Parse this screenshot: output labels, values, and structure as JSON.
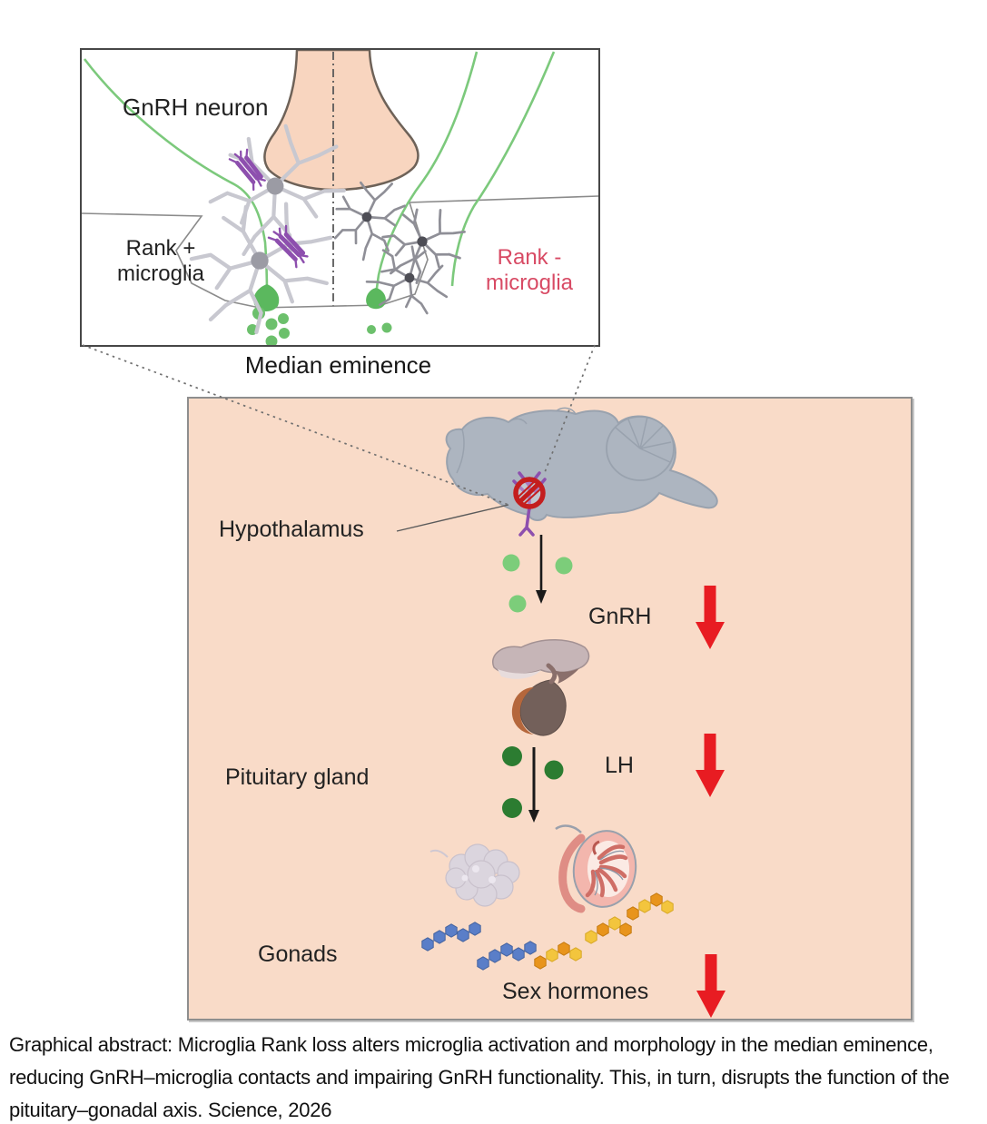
{
  "inset": {
    "gnrh_neuron_label": "GnRH neuron",
    "rank_positive_label": "Rank +\nmicroglia",
    "rank_negative_label": "Rank -\nmicroglia",
    "region_label": "Median eminence"
  },
  "axis_panel": {
    "hypothalamus_label": "Hypothalamus",
    "gnrh_label": "GnRH",
    "pituitary_label": "Pituitary gland",
    "lh_label": "LH",
    "gonads_label": "Gonads",
    "sex_hormones_label": "Sex hormones"
  },
  "caption": "Graphical abstract: Microglia Rank loss alters microglia activation and morphology in the median eminence, reducing GnRH–microglia contacts and impairing GnRH functionality. This, in turn, disrupts the function of the pituitary–gonadal axis. Science, 2026",
  "icons": {
    "blocked_signaling": "no-entry-icon",
    "hormone_decrease": "red-down-arrow-icon",
    "gnrh_secretion": "green-dots",
    "lh_secretion": "dark-green-dots"
  },
  "colors": {
    "panel_background": "#f9dbc8",
    "ventricle_fill": "#f8d5bf",
    "decrease_arrow_red": "#e81c22",
    "prohibition_red": "#c41e1e",
    "rank_negative_text": "#d84a64",
    "gnrh_neuron_green": "#7cc97c",
    "gnrh_dot_green": "#7ccd7a",
    "lh_dot_green": "#2c7c31",
    "microglia_purple": "#8d4fae",
    "brain_gray": "#adb5c0",
    "hormone_blue": "#5a7ec8",
    "hormone_orange": "#e8941c",
    "hormone_yellow": "#f3c53d"
  }
}
